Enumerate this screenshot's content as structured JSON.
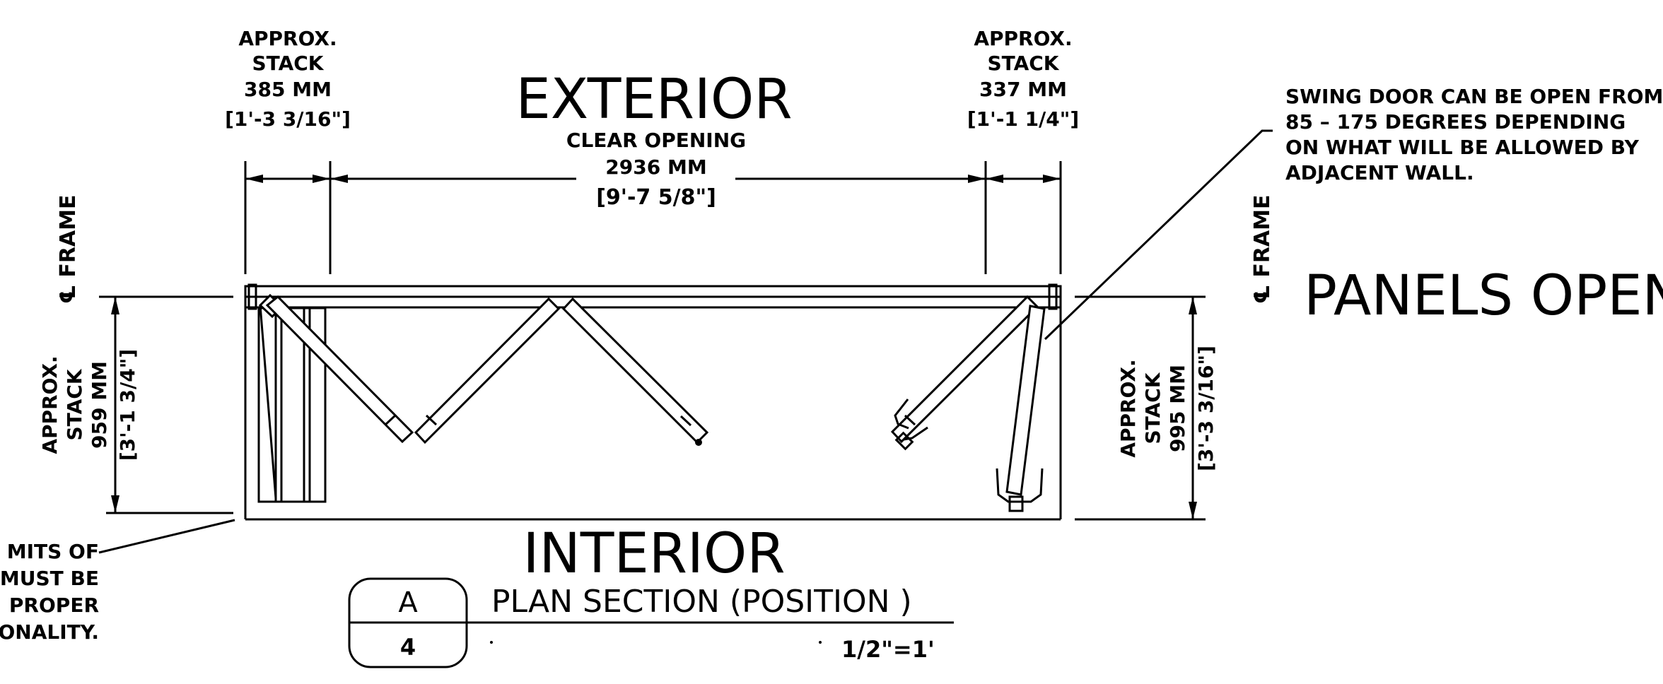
{
  "exterior_label": "EXTERIOR",
  "interior_label": "INTERIOR",
  "clear_opening": {
    "line1": "CLEAR OPENING",
    "line2": "2936 MM",
    "line3": "[9'-7 5/8\"]"
  },
  "stack_left_top": {
    "line1": "APPROX.",
    "line2": "STACK",
    "line3": "385 MM",
    "line4": "[1'-3 3/16\"]"
  },
  "stack_right_top": {
    "line1": "APPROX.",
    "line2": "STACK",
    "line3": "337 MM",
    "line4": "[1'-1 1/4\"]"
  },
  "stack_left_side": {
    "line1": "APPROX.",
    "line2": "STACK",
    "line3": "959 MM",
    "line4": "[3'-1 3/4\"]"
  },
  "stack_right_side": {
    "line1": "APPROX.",
    "line2": "STACK",
    "line3": "995 MM",
    "line4": "[3'-3 3/16\"]"
  },
  "frame_left": "℄ FRAME",
  "frame_right": "℄ FRAME",
  "swing_note": {
    "line1": "SWING DOOR CAN BE OPEN FROM",
    "line2": "85 – 175 DEGREES DEPENDING",
    "line3": "ON WHAT WILL BE ALLOWED BY",
    "line4": "ADJACENT WALL."
  },
  "panels_open": "PANELS OPEN",
  "left_note": {
    "line1": "MITS OF",
    "line2": "MUST BE",
    "line3": "PROPER",
    "line4": "ONALITY."
  },
  "section_tag": {
    "letter": "A",
    "sheet": "4",
    "title": "PLAN SECTION (POSITION )",
    "scale": "1/2\"=1'"
  }
}
